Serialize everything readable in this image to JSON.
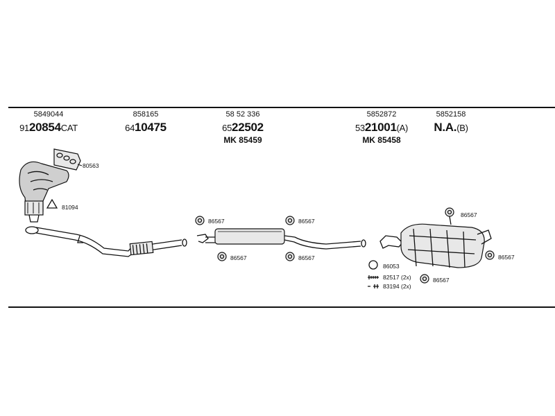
{
  "columns": [
    {
      "part_number": "5849044",
      "code_prefix": "91",
      "code_core": "20854",
      "code_suffix": "CAT",
      "alt": ""
    },
    {
      "part_number": "858165",
      "code_prefix": "64",
      "code_core": "10475",
      "code_suffix": "",
      "alt": ""
    },
    {
      "part_number": "58 52 336",
      "code_prefix": "65",
      "code_core": "22502",
      "code_suffix": "",
      "alt": "MK  85459"
    },
    {
      "part_number": "5852872",
      "code_prefix": "53",
      "code_core": "21001",
      "code_suffix": "(A)",
      "alt": "MK  85458"
    },
    {
      "part_number": "5852158",
      "code_prefix": "",
      "code_core": "N.A.",
      "code_suffix": "(B)",
      "alt": ""
    }
  ],
  "labels": {
    "gasket_manifold": "80563",
    "gasket_triangle": "81094",
    "hanger_mid_tl": "86567",
    "hanger_mid_tr": "86567",
    "hanger_mid_bl": "86567",
    "hanger_mid_br": "86567",
    "hanger_rear_top": "86567",
    "hanger_rear_right": "86567",
    "hanger_rear_bottom": "86567",
    "ring": "86053",
    "bolt": "82517 (2x)",
    "nut": "83194 (2x)"
  }
}
